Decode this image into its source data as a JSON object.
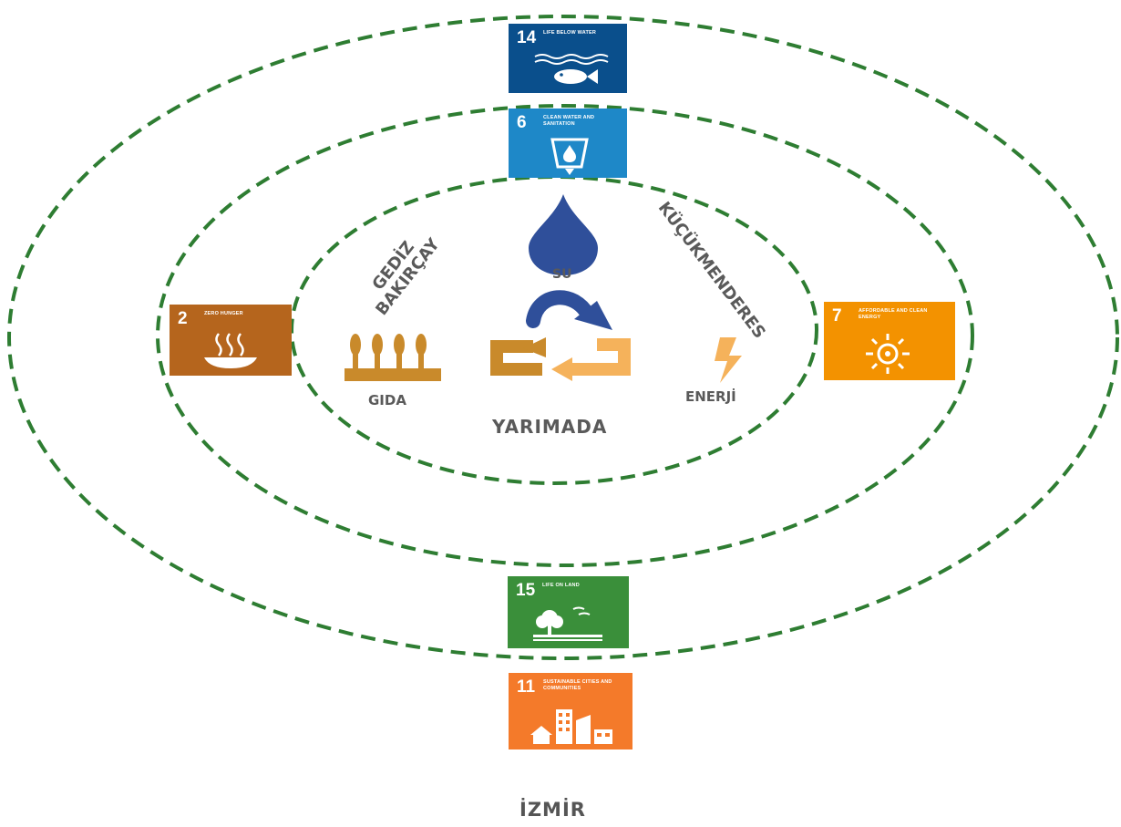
{
  "diagram": {
    "rings": [
      "izmir",
      "basin",
      "peninsula"
    ],
    "colors": {
      "ring": "#2e7d32",
      "water": "#2f4f9a",
      "food": "#b07a2a",
      "energy": "#f0ad4e"
    },
    "labels": {
      "center": "YARIMADA",
      "city": "İZMİR",
      "basin_left": "GEDİZ BAKIRÇAY",
      "basin_right": "KÜÇÜKMENDERES",
      "water": "SU",
      "food": "GIDA",
      "energy": "ENERJİ"
    },
    "sdg_tiles": [
      {
        "id": "sdg14",
        "number": "14",
        "caption": "LIFE BELOW WATER",
        "color": "#0a4f8c",
        "icon": "fish-icon"
      },
      {
        "id": "sdg6",
        "number": "6",
        "caption": "CLEAN WATER AND SANITATION",
        "color": "#1e88c8",
        "icon": "water-glass-icon"
      },
      {
        "id": "sdg2",
        "number": "2",
        "caption": "ZERO HUNGER",
        "color": "#b5651d",
        "icon": "bowl-icon"
      },
      {
        "id": "sdg7",
        "number": "7",
        "caption": "AFFORDABLE AND CLEAN ENERGY",
        "color": "#f39200",
        "icon": "sun-icon"
      },
      {
        "id": "sdg15",
        "number": "15",
        "caption": "LIFE ON LAND",
        "color": "#3a8f3a",
        "icon": "tree-icon"
      },
      {
        "id": "sdg11",
        "number": "11",
        "caption": "SUSTAINABLE CITIES AND COMMUNITIES",
        "color": "#f47a2a",
        "icon": "buildings-icon"
      }
    ]
  }
}
